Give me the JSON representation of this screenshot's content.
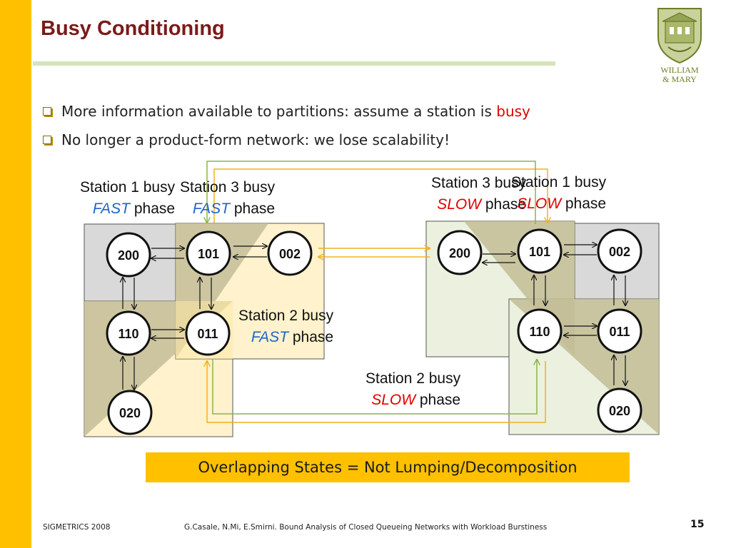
{
  "slide": {
    "title": "Busy Conditioning",
    "bullets": [
      {
        "pre": "More information available to partitions: assume a station is ",
        "highlight": "busy"
      },
      {
        "pre": "No longer a product-form network: we lose scalability!",
        "highlight": ""
      }
    ],
    "logo_text": [
      "WILLIAM",
      "& MARY"
    ],
    "overlap_note": "Overlapping States = Not Lumping/Decomposition",
    "footer_left": "SIGMETRICS 2008",
    "footer_mid": "G.Casale, N.Mi, E.Smirni. Bound Analysis of Closed Queueing Networks with Workload Burstiness",
    "page_number": "15"
  },
  "diagram": {
    "nodes_left": [
      "200",
      "101",
      "002",
      "110",
      "011",
      "020"
    ],
    "nodes_right": [
      "200",
      "101",
      "002",
      "110",
      "011",
      "020"
    ],
    "labels_left": [
      {
        "line1": "Station 1 busy",
        "phase": "FAST",
        "suffix": " phase"
      },
      {
        "line1": "Station 3 busy",
        "phase": "FAST",
        "suffix": " phase"
      },
      {
        "line1": "Station 2 busy",
        "phase": "FAST",
        "suffix": " phase"
      }
    ],
    "labels_right": [
      {
        "line1": "Station 3 busy",
        "phase": "SLOW",
        "suffix": " phase"
      },
      {
        "line1": "Station 1 busy",
        "phase": "SLOW",
        "suffix": " phase"
      },
      {
        "line1": "Station 2 busy",
        "phase": "SLOW",
        "suffix": " phase"
      }
    ],
    "colors": {
      "gray_region": "#D9D9D9",
      "tan_region": "#FFF2CC",
      "green_region": "#EBF1DE",
      "olive_overlap": "#C3BD97",
      "orange_arrow": "#F2B01E",
      "green_arrow": "#8DB348"
    }
  }
}
